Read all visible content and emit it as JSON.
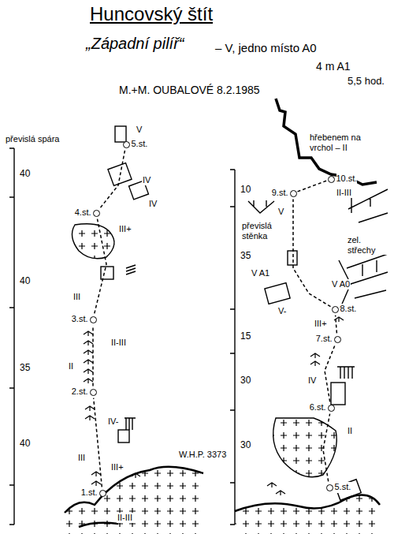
{
  "diagram": {
    "title": "Huncovský štít",
    "nodes": [
      {
        "text": [
          "1.st."
        ]
      },
      {
        "text": [
          "2.st."
        ]
      },
      {
        "text": [
          "3.st."
        ]
      },
      {
        "text": [
          "4.st."
        ]
      },
      {
        "text": [
          "5.st."
        ]
      },
      {
        "text": [
          "5.st."
        ]
      },
      {
        "text": [
          "6.st."
        ]
      },
      {
        "text": [
          "7.st."
        ]
      },
      {
        "text": [
          "8.st."
        ]
      },
      {
        "text": [
          "9.st."
        ]
      },
      {
        "text": [
          "10.st."
        ]
      }
    ],
    "edges": [
      {
        "from": 0,
        "to": 1,
        "arrow": "none"
      },
      {
        "from": 1,
        "to": 2,
        "arrow": "none"
      },
      {
        "from": 2,
        "to": 3,
        "arrow": "none"
      },
      {
        "from": 3,
        "to": 4,
        "arrow": "none"
      },
      {
        "from": 5,
        "to": 6,
        "arrow": "none"
      },
      {
        "from": 6,
        "to": 7,
        "arrow": "none"
      },
      {
        "from": 7,
        "to": 8,
        "arrow": "none"
      },
      {
        "from": 8,
        "to": 9,
        "arrow": "none"
      },
      {
        "from": 9,
        "to": 10,
        "arrow": "none"
      }
    ],
    "labels": [
      "„Západní pilíř“",
      "– V, jedno místo A0",
      "4 m A1",
      "5,5 hod.",
      "M.+M. OUBALOVÉ 8.2.1985",
      "převislá spára",
      "40",
      "40",
      "35",
      "40",
      "V",
      "IV",
      "IV",
      "III+",
      "III",
      "II-III",
      "II",
      "IV-",
      "III",
      "III+",
      "II-III",
      "W.H.P. 3373",
      "hřebenem na vrchol – II",
      "10",
      "35",
      "15",
      "30",
      "30",
      "převislá stěnka",
      "V A1",
      "zel. střechy",
      "V A0",
      "V-",
      "V",
      "III+",
      "IV",
      "II",
      "II-III"
    ]
  }
}
